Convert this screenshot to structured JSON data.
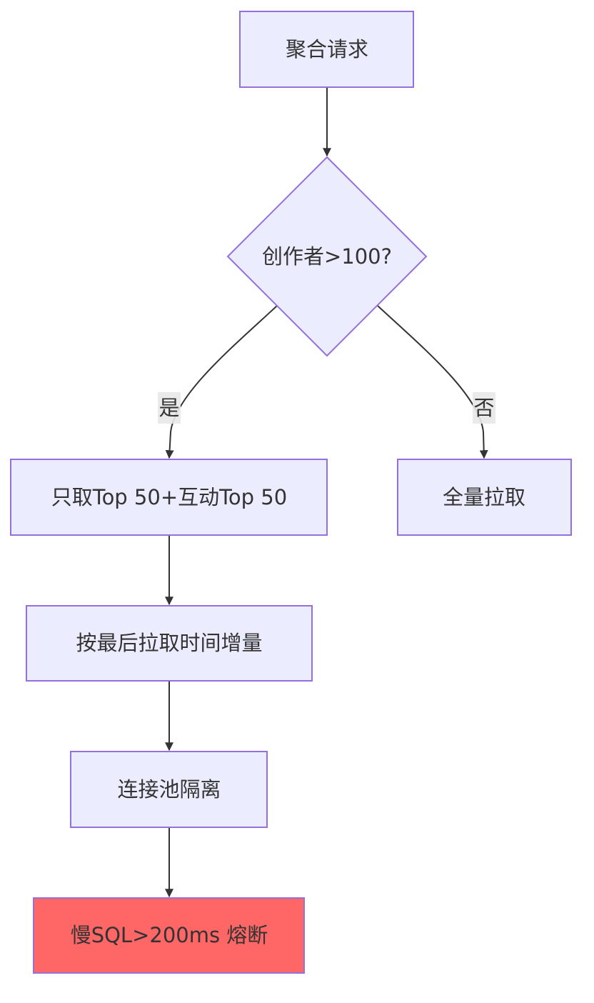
{
  "nodes": {
    "aggregate": {
      "label": "聚合请求"
    },
    "decision": {
      "label": "创作者>100?"
    },
    "top_only": {
      "label": "只取Top 50+互动Top 50"
    },
    "full_pull": {
      "label": "全量拉取"
    },
    "incremental": {
      "label": "按最后拉取时间增量"
    },
    "pool_isolation": {
      "label": "连接池隔离"
    },
    "circuit_breaker": {
      "label": "慢SQL>200ms 熔断"
    }
  },
  "edges": {
    "yes_label": "是",
    "no_label": "否"
  },
  "colors": {
    "node_fill": "#ececff",
    "node_stroke": "#9370db",
    "alert_fill": "#ff6666",
    "edge": "#333333",
    "text": "#333333",
    "label_bg": "#e8e8e8"
  }
}
